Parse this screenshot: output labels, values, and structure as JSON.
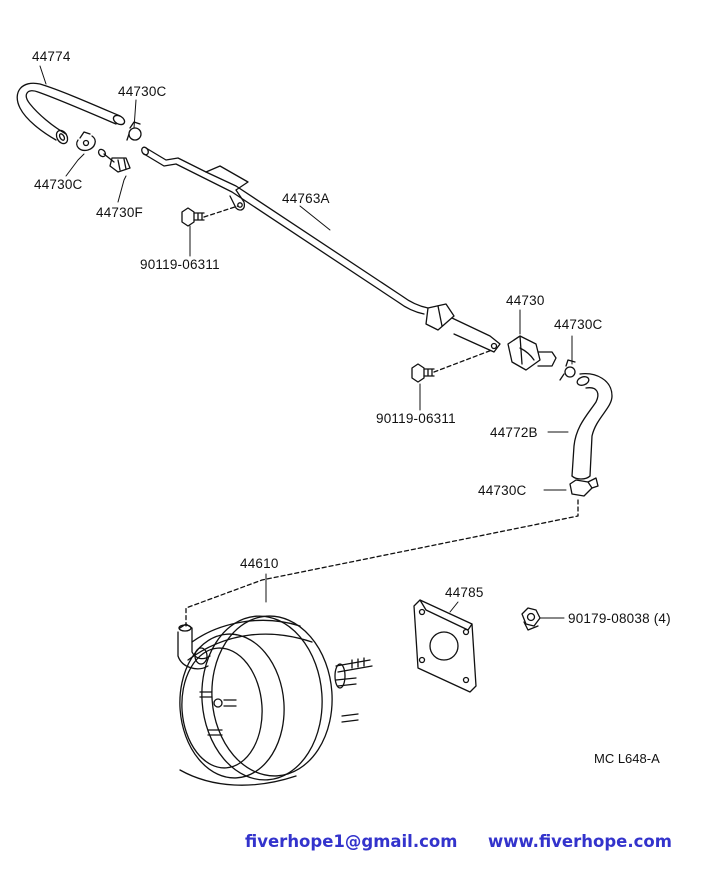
{
  "diagram": {
    "parts": {
      "p44774": "44774",
      "p44730C_top": "44730C",
      "p44730C_left": "44730C",
      "p44730F": "44730F",
      "p44763A": "44763A",
      "p90119_top": "90119-06311",
      "p44730": "44730",
      "p44730C_right": "44730C",
      "p90119_mid": "90119-06311",
      "p44772B": "44772B",
      "p44730C_low": "44730C",
      "p44610": "44610",
      "p44785": "44785",
      "p90179": "90179-08038 (4)"
    },
    "reference": "MC  L648-A",
    "line_color": "#111111"
  },
  "footer": {
    "email": "fiverhope1@gmail.com",
    "website": "www.fiverhope.com",
    "link_color": "#3333cc"
  }
}
